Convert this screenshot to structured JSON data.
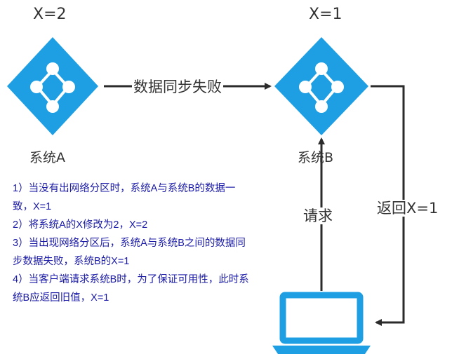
{
  "node_a": {
    "x_label": "X=2",
    "name": "系统A"
  },
  "node_b": {
    "x_label": "X=1",
    "name": "系统B"
  },
  "edges": {
    "sync_failed": "数据同步失败",
    "request": "请求",
    "return": "返回X=1"
  },
  "notes": [
    "1）当没有出网络分区时，系统A与系统B的数据一",
    "致，X=1",
    "2）将系统A的X修改为2，X=2",
    "3）当出现网络分区后，系统A与系统B之间的数据同",
    "步数据失败，系统B的X=1",
    "4）当客户端请求系统B时，为了保证可用性，此时系",
    "统B应返回旧值，X=1"
  ],
  "colors": {
    "node_fill": "#1e9fe4",
    "node_line": "#ffffff",
    "arrow": "#2b2b2b",
    "laptop": "#1e9fe4",
    "note_text": "#1a1aa6"
  },
  "icons": {
    "node": "network-node-icon",
    "client": "laptop-icon"
  }
}
